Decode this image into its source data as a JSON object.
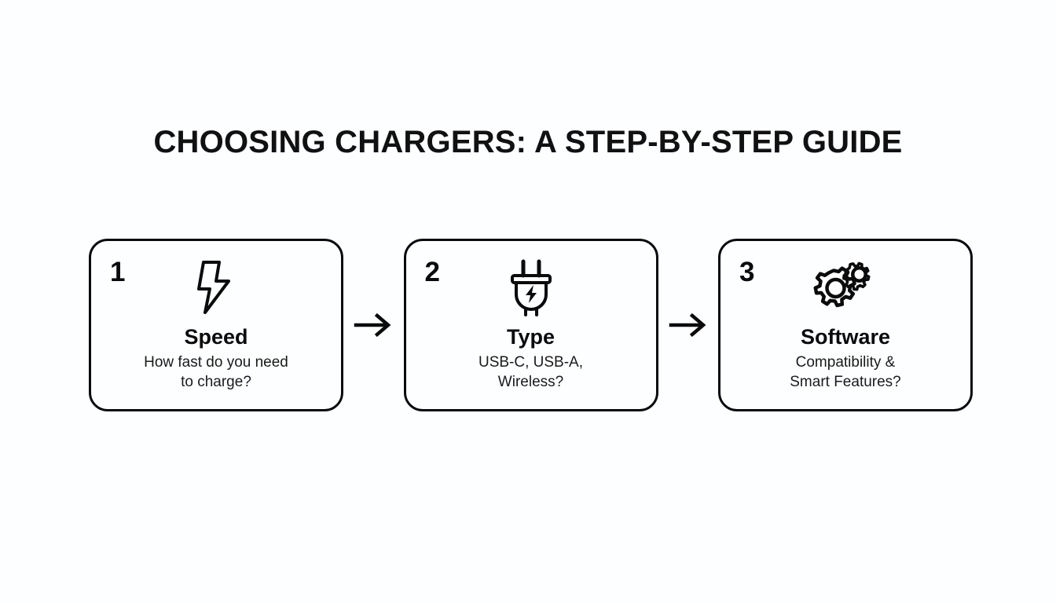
{
  "page": {
    "background_color": "#fdfeff",
    "ink_color": "#0b0b0b"
  },
  "title": "CHOOSING CHARGERS: A STEP-BY-STEP GUIDE",
  "diagram": {
    "type": "process-flow",
    "orientation": "horizontal",
    "step_count": 3,
    "connector": "arrow-right",
    "steps": [
      {
        "number": "1",
        "icon": "lightning-bolt-icon",
        "title": "Speed",
        "description": "How fast do you need to charge?",
        "description_line1": "How fast do you need",
        "description_line2": "to charge?"
      },
      {
        "number": "2",
        "icon": "power-plug-icon",
        "title": "Type",
        "description": "USB-C, USB-A, Wireless?",
        "description_line1": "USB-C, USB-A,",
        "description_line2": "Wireless?"
      },
      {
        "number": "3",
        "icon": "gears-icon",
        "title": "Software",
        "description": "Compatibility & Smart Features?",
        "description_line1": "Compatibility &",
        "description_line2": "Smart Features?"
      }
    ],
    "arrows": [
      {
        "label": "arrow-step1-to-step2",
        "glyph": "→"
      },
      {
        "label": "arrow-step2-to-step3",
        "glyph": "→"
      }
    ]
  }
}
